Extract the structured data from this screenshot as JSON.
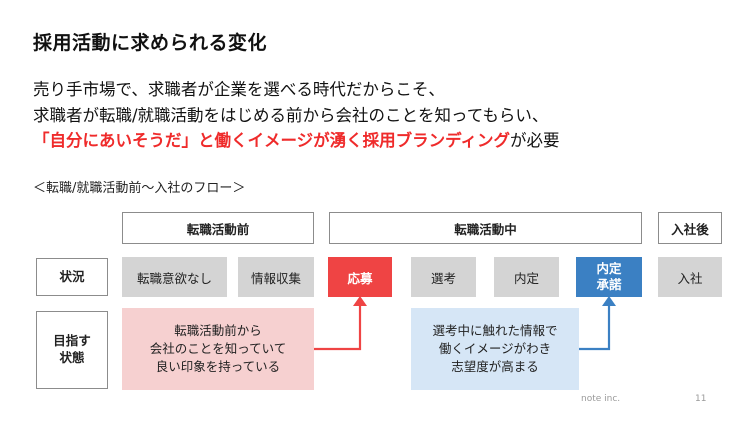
{
  "title": "採用活動に求められる変化",
  "lead": {
    "line1": "売り手市場で、求職者が企業を選べる時代だからこそ、",
    "line2": "求職者が転職/就職活動をはじめる前から会社のことを知ってもらい、",
    "line3_highlight": "「自分にあいそうだ」と働くイメージが湧く採用ブランディング",
    "line3_tail": "が必要"
  },
  "subhead": "＜転職/就職活動前～入社のフロー＞",
  "phases": {
    "before": "転職活動前",
    "during": "転職活動中",
    "after": "入社後"
  },
  "row_labels": {
    "status": "状況",
    "target": "目指す\n状態"
  },
  "status_steps": {
    "step1": "転職意欲なし",
    "step2": "情報収集",
    "step3": "応募",
    "step4": "選考",
    "step5": "内定",
    "step6": "内定\n承諾",
    "step7": "入社"
  },
  "targets": {
    "before": "転職活動前から\n会社のことを知っていて\n良い印象を持っている",
    "during": "選考中に触れた情報で\n働くイメージがわき\n志望度が高まる"
  },
  "footer": {
    "company": "note inc.",
    "page": "11"
  },
  "colors": {
    "accent_red": "#ef4444",
    "accent_blue": "#3b80c3",
    "step_gray": "#d4d4d4",
    "pink_bg": "#f6d0d0",
    "lightblue_bg": "#d6e6f6",
    "highlight_text": "#ef2b2b"
  }
}
